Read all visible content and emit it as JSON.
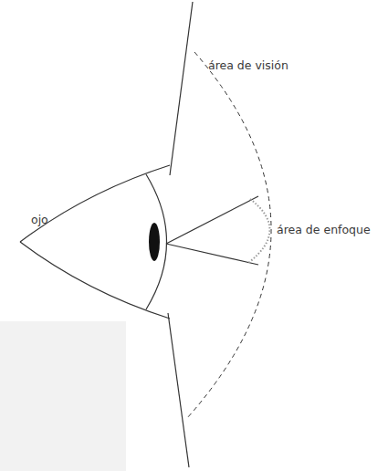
{
  "diagram": {
    "labels": [
      "área de visión",
      "ojo",
      "área de enfoque"
    ]
  }
}
